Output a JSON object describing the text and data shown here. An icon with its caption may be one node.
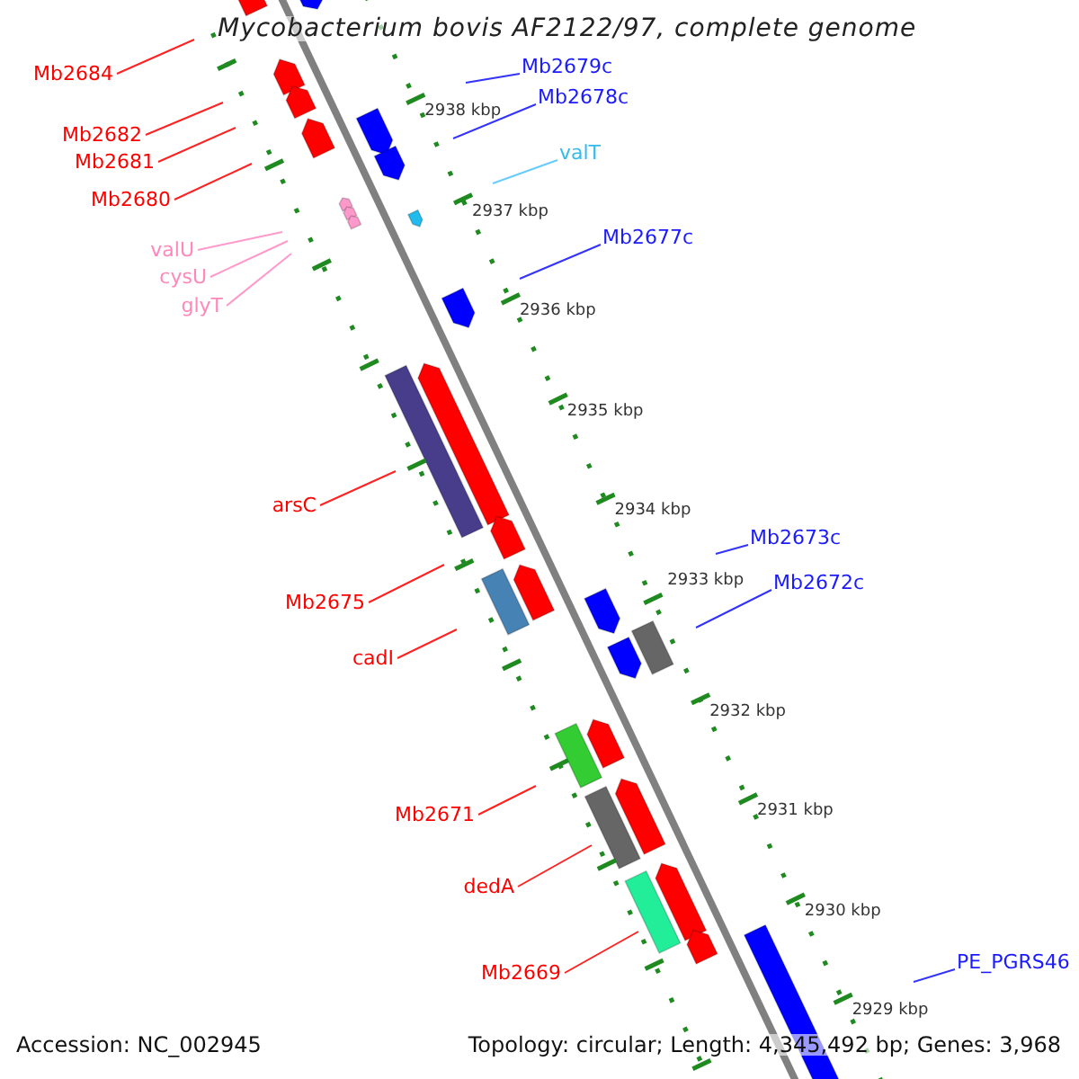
{
  "diagram": {
    "title": "Mycobacterium bovis AF2122/97, complete genome",
    "nodes": [
      {
        "text": [
          "Mb2679c"
        ]
      },
      {
        "text": [
          "Mb2684"
        ]
      },
      {
        "text": [
          "Mb2678c"
        ]
      },
      {
        "text": [
          "Mb2682"
        ]
      },
      {
        "text": [
          "valT"
        ]
      },
      {
        "text": [
          "Mb2681"
        ]
      },
      {
        "text": [
          "Mb2680"
        ]
      },
      {
        "text": [
          "Mb2677c"
        ]
      },
      {
        "text": [
          "valU"
        ]
      },
      {
        "text": [
          "cysU"
        ]
      },
      {
        "text": [
          "glyT"
        ]
      },
      {
        "text": [
          "arsC"
        ]
      },
      {
        "text": [
          "Mb2673c"
        ]
      },
      {
        "text": [
          "Mb2672c"
        ]
      },
      {
        "text": [
          "Mb2675"
        ]
      },
      {
        "text": [
          "cadI"
        ]
      },
      {
        "text": [
          "Mb2671"
        ]
      },
      {
        "text": [
          "dedA"
        ]
      },
      {
        "text": [
          "PE_PGRS46"
        ]
      },
      {
        "text": [
          "Mb2669"
        ]
      }
    ],
    "edges": [
      {
        "from": 0,
        "to": null,
        "arrow": "none",
        "color": "#3333ff"
      },
      {
        "from": 1,
        "to": null,
        "arrow": "none"
      },
      {
        "from": 2,
        "to": null,
        "arrow": "none",
        "color": "#3333ff"
      },
      {
        "from": 3,
        "to": null,
        "arrow": "none"
      },
      {
        "from": 4,
        "to": null,
        "arrow": "none",
        "color": "#66ccff"
      },
      {
        "from": 5,
        "to": null,
        "arrow": "none"
      },
      {
        "from": 6,
        "to": null,
        "arrow": "none"
      },
      {
        "from": 7,
        "to": null,
        "arrow": "none",
        "color": "#3333ff"
      },
      {
        "from": 8,
        "to": null,
        "arrow": "none",
        "color": "#ff99cc"
      },
      {
        "from": 9,
        "to": null,
        "arrow": "none",
        "color": "#ff99cc"
      },
      {
        "from": 10,
        "to": null,
        "arrow": "none",
        "color": "#ff99cc"
      },
      {
        "from": 11,
        "to": null,
        "arrow": "none"
      },
      {
        "from": 12,
        "to": null,
        "arrow": "none",
        "color": "#3333ff"
      },
      {
        "from": 13,
        "to": null,
        "arrow": "none",
        "color": "#3333ff"
      },
      {
        "from": 14,
        "to": null,
        "arrow": "none"
      },
      {
        "from": 15,
        "to": null,
        "arrow": "none"
      },
      {
        "from": 16,
        "to": null,
        "arrow": "none"
      },
      {
        "from": 17,
        "to": null,
        "arrow": "none"
      },
      {
        "from": 18,
        "to": null,
        "arrow": "none",
        "color": "#3333ff"
      },
      {
        "from": 19,
        "to": null,
        "arrow": "none"
      }
    ],
    "labels": [
      "2938 kbp",
      "2937 kbp",
      "2936 kbp",
      "2935 kbp",
      "2934 kbp",
      "2933 kbp",
      "2932 kbp",
      "2931 kbp",
      "2930 kbp",
      "2929 kbp",
      "Accession: NC_002945",
      "Topology: circular; Length: 4,345,492 bp; Genes: 3,968"
    ]
  }
}
